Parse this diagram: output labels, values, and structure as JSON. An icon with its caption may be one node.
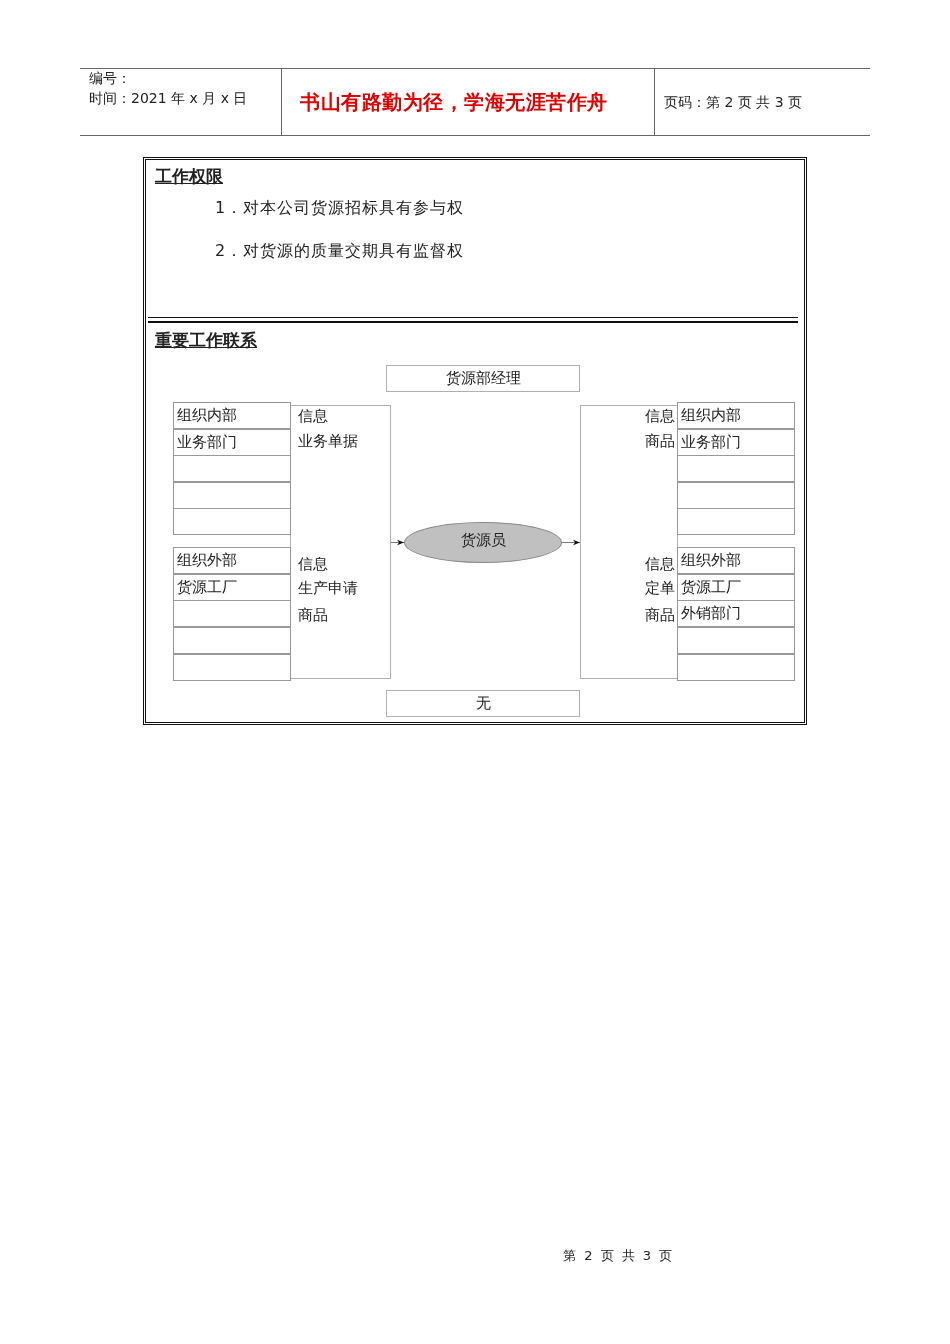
{
  "diagram": {
    "nodes": [
      {
        "text": [
          "货源部经理"
        ]
      },
      {
        "text": [
          "信息",
          "业务单据",
          "信息",
          "生产申请",
          "商品"
        ]
      },
      {
        "text": [
          "组织内部"
        ]
      },
      {
        "text": [
          "业务部门"
        ]
      },
      {
        "text": [],
        "shape": "box"
      },
      {
        "text": [],
        "shape": "box"
      },
      {
        "text": [],
        "shape": "box"
      },
      {
        "text": [
          "组织外部"
        ]
      },
      {
        "text": [
          "货源工厂"
        ]
      },
      {
        "text": [],
        "shape": "box"
      },
      {
        "text": [],
        "shape": "box"
      },
      {
        "text": [],
        "shape": "box"
      },
      {
        "text": [
          "货源员"
        ]
      },
      {
        "text": [
          "信息",
          "商品",
          "信息",
          "定单",
          "商品"
        ]
      },
      {
        "text": [
          "组织内部"
        ]
      },
      {
        "text": [
          "业务部门"
        ]
      },
      {
        "text": [],
        "shape": "box"
      },
      {
        "text": [],
        "shape": "box"
      },
      {
        "text": [],
        "shape": "box"
      },
      {
        "text": [
          "组织外部"
        ]
      },
      {
        "text": [
          "货源工厂"
        ]
      },
      {
        "text": [
          "外销部门"
        ]
      },
      {
        "text": [],
        "shape": "box"
      },
      {
        "text": [],
        "shape": "box"
      },
      {
        "text": [
          "无"
        ]
      }
    ],
    "edges": [
      {
        "from": 1,
        "to": 12,
        "arrow": "to"
      },
      {
        "from": 12,
        "to": 13,
        "arrow": "to"
      }
    ],
    "labels": [
      "编号：",
      "时间：2021 年 x 月 x 日",
      "书山有路勤为径，学海无涯苦作舟",
      "页码：第 2 页 共 3 页",
      "工作权限",
      "1．对本公司货源招标具有参与权",
      "2．对货源的质量交期具有监督权",
      "重要工作联系",
      "第 2 页 共 3 页"
    ]
  }
}
